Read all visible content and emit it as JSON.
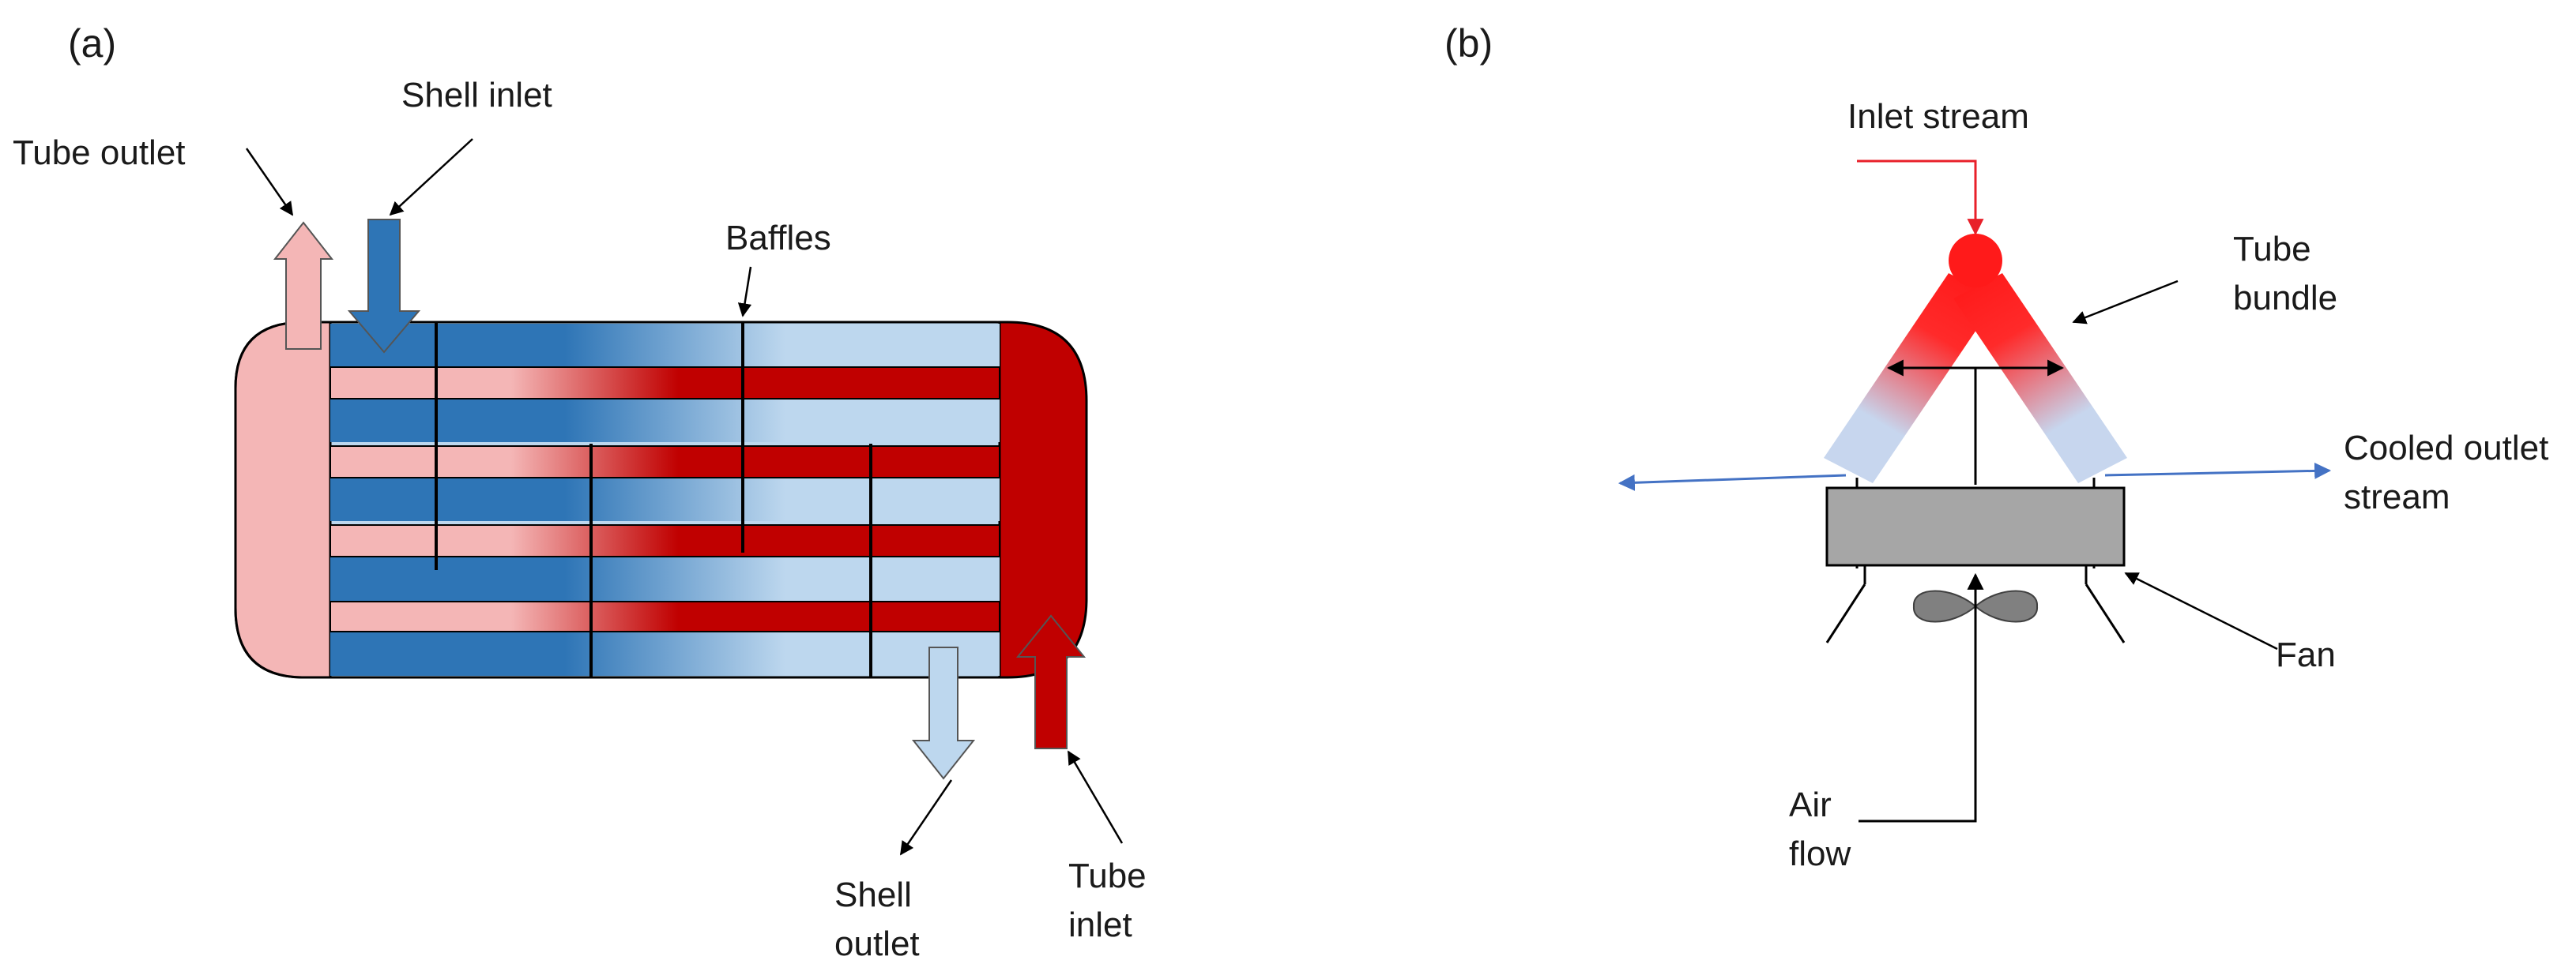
{
  "panel_a": {
    "label": "(a)",
    "labels": {
      "tube_outlet": "Tube outlet",
      "shell_inlet": "Shell inlet",
      "baffles": "Baffles",
      "shell_outlet": [
        "Shell",
        "outlet"
      ],
      "tube_inlet": [
        "Tube",
        "inlet"
      ]
    }
  },
  "panel_b": {
    "label": "(b)",
    "labels": {
      "inlet_stream": "Inlet stream",
      "tube_bundle": [
        "Tube",
        "bundle"
      ],
      "cooled_outlet": [
        "Cooled outlet",
        "stream"
      ],
      "fan": "Fan",
      "air_flow": [
        "Air",
        "flow"
      ]
    }
  },
  "colors": {
    "hot": "#c00000",
    "warm": "#f4b6b6",
    "cold": "#2e75b6",
    "cool": "#bdd7ee",
    "fan_gray": "#a6a6a6",
    "inlet_line": "#e8202a",
    "outlet_line": "#4472c4"
  }
}
